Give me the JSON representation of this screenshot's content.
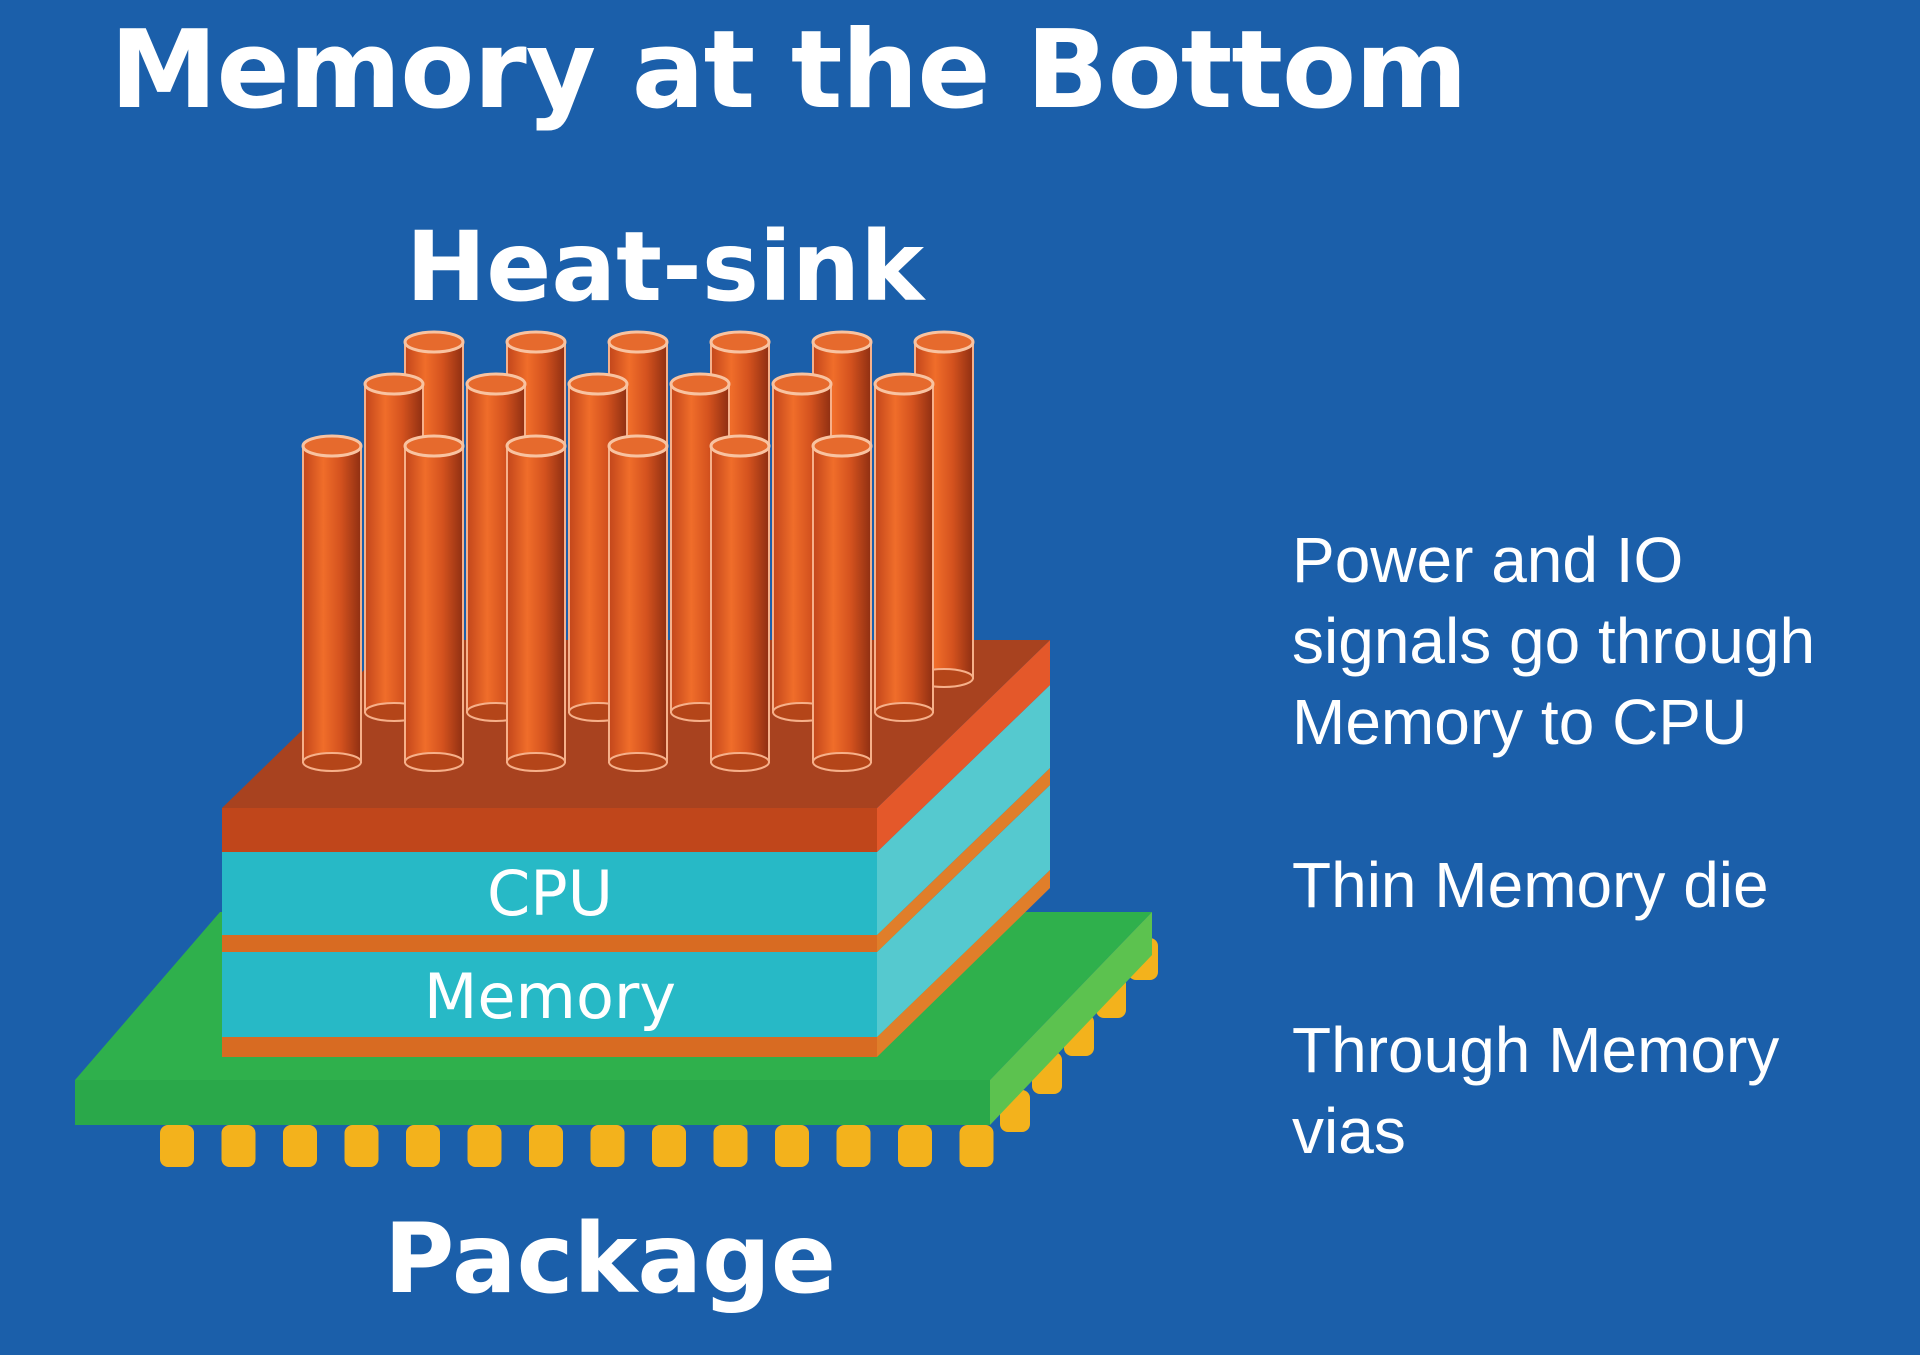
{
  "title": "Memory at the Bottom",
  "labels": {
    "heatsink": "Heat-sink",
    "cpu": "CPU",
    "memory": "Memory",
    "package": "Package"
  },
  "notes": [
    "Power and IO signals go through Memory to CPU",
    "Thin Memory die",
    "Through Memory vias"
  ],
  "colors": {
    "background": "#1b5faa",
    "heatsink": "#b7431f",
    "fins": "#d4531f",
    "die": "#27b9c6",
    "bond_layer": "#d86b22",
    "package": "#2aa84a",
    "pins": "#f3b21c"
  }
}
